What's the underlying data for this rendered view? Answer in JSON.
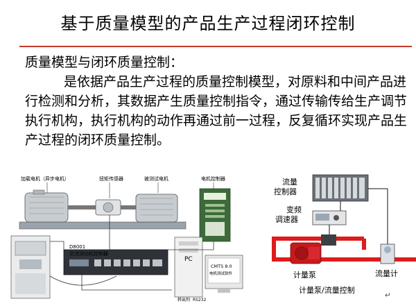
{
  "title": "基于质量模型的产品生产过程闭环控制",
  "body": {
    "heading": "质量模型与闭环质量控制：",
    "paragraph": "是依据产品生产过程的质量控制模型，对原料和中间产品进行检测和分析，其数据产生质量控制指令，通过传输传给生产调节执行机构，执行机构的动作再通过前一过程，反复循环实现产品生产过程的闭环质量控制。"
  },
  "figure_left": {
    "labels": {
      "load_motor": "加载电机（异步电机）",
      "torque_sensor": "扭矩传感器",
      "tested_motor": "被测试电机",
      "motor_controller": "电机控制器",
      "d8001_line1": "D8001",
      "d8001_line2": "交流测功机控制器",
      "pc": "PC",
      "cmts_line1": "CMTS 8.0",
      "cmts_line2": "电机测试软件",
      "serial_line1": "转出列",
      "serial_line2": "RS232"
    }
  },
  "figure_right": {
    "labels": {
      "flow_controller_line1": "流量",
      "flow_controller_line2": "控制器",
      "vfd_line1": "变频",
      "vfd_line2": "调速器",
      "metering_pump": "计量泵",
      "flow_meter": "流量计",
      "caption": "计量泵/流量控制"
    }
  }
}
